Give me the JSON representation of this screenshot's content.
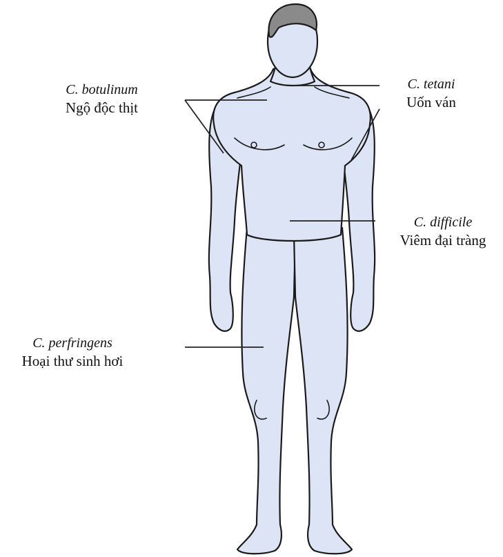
{
  "labels": {
    "botulinum": {
      "species": "C. botulinum",
      "disease": "Ngộ độc thịt"
    },
    "tetani": {
      "species": "C. tetani",
      "disease": "Uốn ván"
    },
    "difficile": {
      "species": "C. difficile",
      "disease": "Viêm đại tràng"
    },
    "perfringens": {
      "species": "C. perfringens",
      "disease": "Hoại thư sinh hơi"
    }
  },
  "colors": {
    "skin": "#dde4f6",
    "outline": "#1a1a1a",
    "hair": "#8a8a8a",
    "leader": "#222222"
  }
}
